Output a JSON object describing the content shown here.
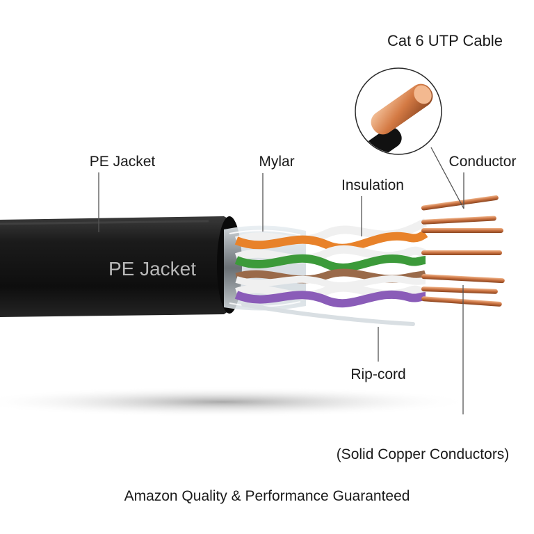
{
  "title": "Cat 6 UTP Cable",
  "labels": {
    "pe_jacket": "PE Jacket",
    "mylar": "Mylar",
    "insulation": "Insulation",
    "conductor": "Conductor",
    "rip_cord": "Rip-cord",
    "solid_copper": "(Solid Copper Conductors)"
  },
  "jacket_print": "PE Jacket",
  "footer": "Amazon Quality & Performance Guaranteed",
  "colors": {
    "jacket": "#161616",
    "orange_pair": "#e8822a",
    "green_pair": "#3c9a3a",
    "brown_pair": "#9a6a4a",
    "purple_pair": "#8a5cb8",
    "copper": "#c8703f",
    "leader_line": "#555555"
  }
}
